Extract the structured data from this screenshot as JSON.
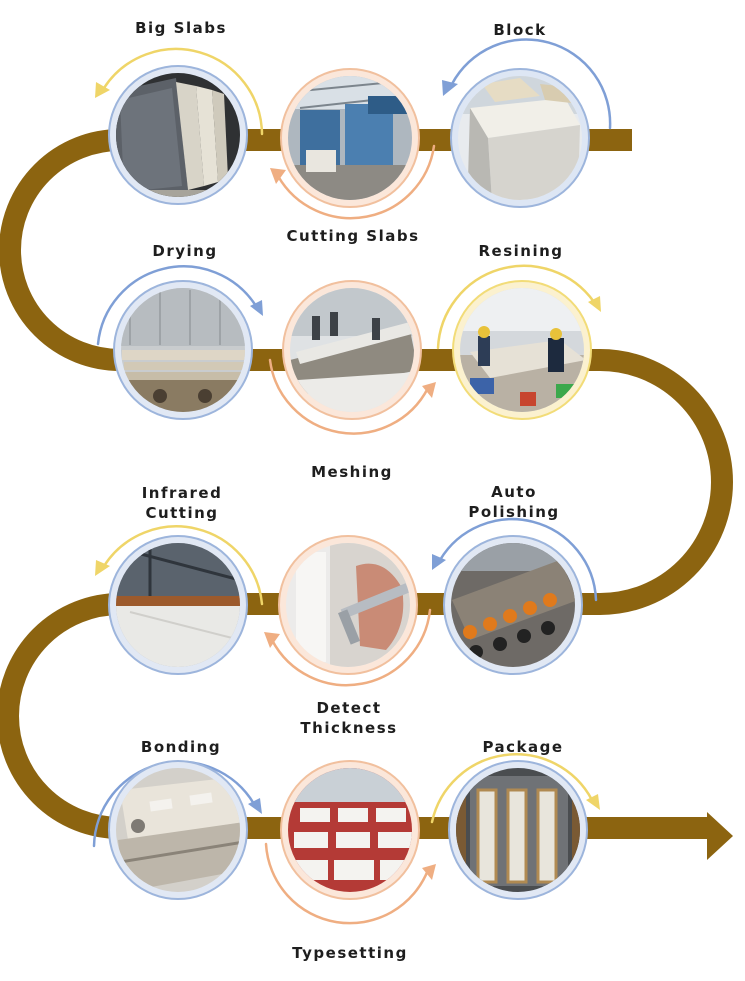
{
  "colors": {
    "path": "#8c6410",
    "ring_blue": "#9db5dc",
    "ring_yellow": "#f2dc78",
    "ring_orange": "#f1c09e",
    "arrow_blue": "#7f9fd6",
    "arrow_yellow": "#efd568",
    "arrow_orange": "#efae82",
    "label": "#1e1e1e"
  },
  "steps": [
    {
      "id": "block",
      "label": "Block",
      "photo": "stone-block",
      "ring": "blue",
      "arrow": "blue"
    },
    {
      "id": "cutting-slabs",
      "label": "Cutting Slabs",
      "photo": "gang-saw",
      "ring": "orange",
      "arrow": "orange"
    },
    {
      "id": "big-slabs",
      "label": "Big Slabs",
      "photo": "stacked-slabs",
      "ring": "blue",
      "arrow": "yellow"
    },
    {
      "id": "drying",
      "label": "Drying",
      "photo": "drying-racks",
      "ring": "blue",
      "arrow": "blue"
    },
    {
      "id": "meshing",
      "label": "Meshing",
      "photo": "mesh-line",
      "ring": "orange",
      "arrow": "orange"
    },
    {
      "id": "resining",
      "label": "Resining",
      "photo": "resin-workers",
      "ring": "yellow",
      "arrow": "yellow"
    },
    {
      "id": "auto-polishing",
      "label_lines": [
        "Auto",
        "Polishing"
      ],
      "photo": "polishing-rollers",
      "ring": "blue",
      "arrow": "blue"
    },
    {
      "id": "detect-thickness",
      "label_lines": [
        "Detect",
        "Thickness"
      ],
      "photo": "caliper",
      "ring": "orange",
      "arrow": "orange"
    },
    {
      "id": "infrared-cutting",
      "label_lines": [
        "Infrared",
        "Cutting"
      ],
      "photo": "infrared-saw",
      "ring": "blue",
      "arrow": "yellow"
    },
    {
      "id": "bonding",
      "label": "Bonding",
      "photo": "bonding-table",
      "ring": "blue",
      "arrow": "blue"
    },
    {
      "id": "typesetting",
      "label": "Typesetting",
      "photo": "slab-layout",
      "ring": "orange",
      "arrow": "orange"
    },
    {
      "id": "package",
      "label": "Package",
      "photo": "container-crates",
      "ring": "blue",
      "arrow": "yellow"
    }
  ]
}
